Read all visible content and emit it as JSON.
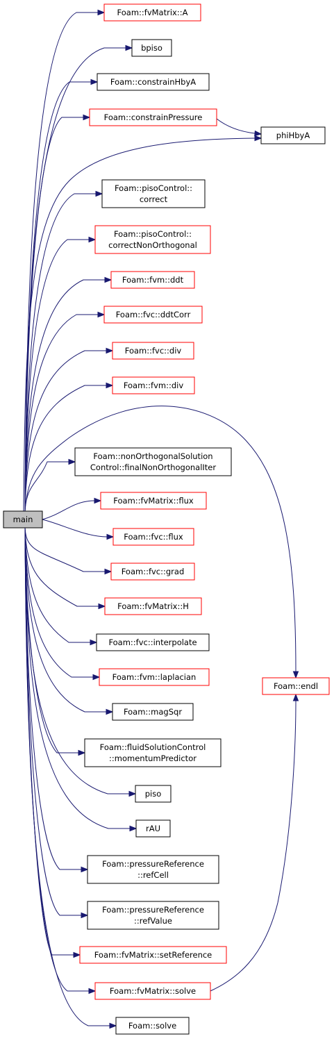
{
  "graph": {
    "colors": {
      "edge": "#191970",
      "root_fill": "#bfbfbf",
      "normal_border": "#000000",
      "linked_border": "#ff0000",
      "fill": "#ffffff"
    },
    "nodes": [
      {
        "id": "main",
        "lines": [
          "main"
        ],
        "kind": "root"
      },
      {
        "id": "fvMatrix-A",
        "lines": [
          "Foam::fvMatrix::A"
        ],
        "kind": "linked"
      },
      {
        "id": "bpiso",
        "lines": [
          "bpiso"
        ],
        "kind": "normal"
      },
      {
        "id": "constrainHbyA",
        "lines": [
          "Foam::constrainHbyA"
        ],
        "kind": "normal"
      },
      {
        "id": "constrainPressure",
        "lines": [
          "Foam::constrainPressure"
        ],
        "kind": "linked"
      },
      {
        "id": "phiHbyA",
        "lines": [
          "phiHbyA"
        ],
        "kind": "normal"
      },
      {
        "id": "pisoControl-correct",
        "lines": [
          "Foam::pisoControl::",
          "correct"
        ],
        "kind": "normal"
      },
      {
        "id": "pisoControl-correctNonOrthogonal",
        "lines": [
          "Foam::pisoControl::",
          "correctNonOrthogonal"
        ],
        "kind": "linked"
      },
      {
        "id": "fvm-ddt",
        "lines": [
          "Foam::fvm::ddt"
        ],
        "kind": "linked"
      },
      {
        "id": "fvc-ddtCorr",
        "lines": [
          "Foam::fvc::ddtCorr"
        ],
        "kind": "linked"
      },
      {
        "id": "fvc-div",
        "lines": [
          "Foam::fvc::div"
        ],
        "kind": "linked"
      },
      {
        "id": "fvm-div",
        "lines": [
          "Foam::fvm::div"
        ],
        "kind": "linked"
      },
      {
        "id": "finalNonOrthogonalIter",
        "lines": [
          "Foam::nonOrthogonalSolution",
          "Control::finalNonOrthogonalIter"
        ],
        "kind": "normal"
      },
      {
        "id": "fvMatrix-flux",
        "lines": [
          "Foam::fvMatrix::flux"
        ],
        "kind": "linked"
      },
      {
        "id": "fvc-flux",
        "lines": [
          "Foam::fvc::flux"
        ],
        "kind": "linked"
      },
      {
        "id": "fvc-grad",
        "lines": [
          "Foam::fvc::grad"
        ],
        "kind": "linked"
      },
      {
        "id": "fvMatrix-H",
        "lines": [
          "Foam::fvMatrix::H"
        ],
        "kind": "linked"
      },
      {
        "id": "fvc-interpolate",
        "lines": [
          "Foam::fvc::interpolate"
        ],
        "kind": "normal"
      },
      {
        "id": "fvm-laplacian",
        "lines": [
          "Foam::fvm::laplacian"
        ],
        "kind": "linked"
      },
      {
        "id": "magSqr",
        "lines": [
          "Foam::magSqr"
        ],
        "kind": "normal"
      },
      {
        "id": "momentumPredictor",
        "lines": [
          "Foam::fluidSolutionControl",
          "::momentumPredictor"
        ],
        "kind": "normal"
      },
      {
        "id": "piso",
        "lines": [
          "piso"
        ],
        "kind": "normal"
      },
      {
        "id": "rAU",
        "lines": [
          "rAU"
        ],
        "kind": "normal"
      },
      {
        "id": "refCell",
        "lines": [
          "Foam::pressureReference",
          "::refCell"
        ],
        "kind": "normal"
      },
      {
        "id": "refValue",
        "lines": [
          "Foam::pressureReference",
          "::refValue"
        ],
        "kind": "normal"
      },
      {
        "id": "fvMatrix-setReference",
        "lines": [
          "Foam::fvMatrix::setReference"
        ],
        "kind": "linked"
      },
      {
        "id": "fvMatrix-solve",
        "lines": [
          "Foam::fvMatrix::solve"
        ],
        "kind": "linked"
      },
      {
        "id": "solve",
        "lines": [
          "Foam::solve"
        ],
        "kind": "normal"
      },
      {
        "id": "endl",
        "lines": [
          "Foam::endl"
        ],
        "kind": "linked"
      }
    ],
    "edges": [
      [
        "main",
        "fvMatrix-A"
      ],
      [
        "main",
        "bpiso"
      ],
      [
        "main",
        "constrainHbyA"
      ],
      [
        "main",
        "constrainPressure"
      ],
      [
        "main",
        "phiHbyA"
      ],
      [
        "constrainPressure",
        "phiHbyA"
      ],
      [
        "main",
        "pisoControl-correct"
      ],
      [
        "main",
        "pisoControl-correctNonOrthogonal"
      ],
      [
        "main",
        "fvm-ddt"
      ],
      [
        "main",
        "fvc-ddtCorr"
      ],
      [
        "main",
        "fvc-div"
      ],
      [
        "main",
        "fvm-div"
      ],
      [
        "main",
        "endl"
      ],
      [
        "main",
        "finalNonOrthogonalIter"
      ],
      [
        "main",
        "fvMatrix-flux"
      ],
      [
        "main",
        "fvc-flux"
      ],
      [
        "main",
        "fvc-grad"
      ],
      [
        "main",
        "fvMatrix-H"
      ],
      [
        "main",
        "fvc-interpolate"
      ],
      [
        "main",
        "fvm-laplacian"
      ],
      [
        "main",
        "magSqr"
      ],
      [
        "main",
        "momentumPredictor"
      ],
      [
        "main",
        "piso"
      ],
      [
        "main",
        "rAU"
      ],
      [
        "main",
        "refCell"
      ],
      [
        "main",
        "refValue"
      ],
      [
        "main",
        "fvMatrix-setReference"
      ],
      [
        "main",
        "fvMatrix-solve"
      ],
      [
        "main",
        "solve"
      ],
      [
        "fvMatrix-solve",
        "endl"
      ]
    ]
  }
}
